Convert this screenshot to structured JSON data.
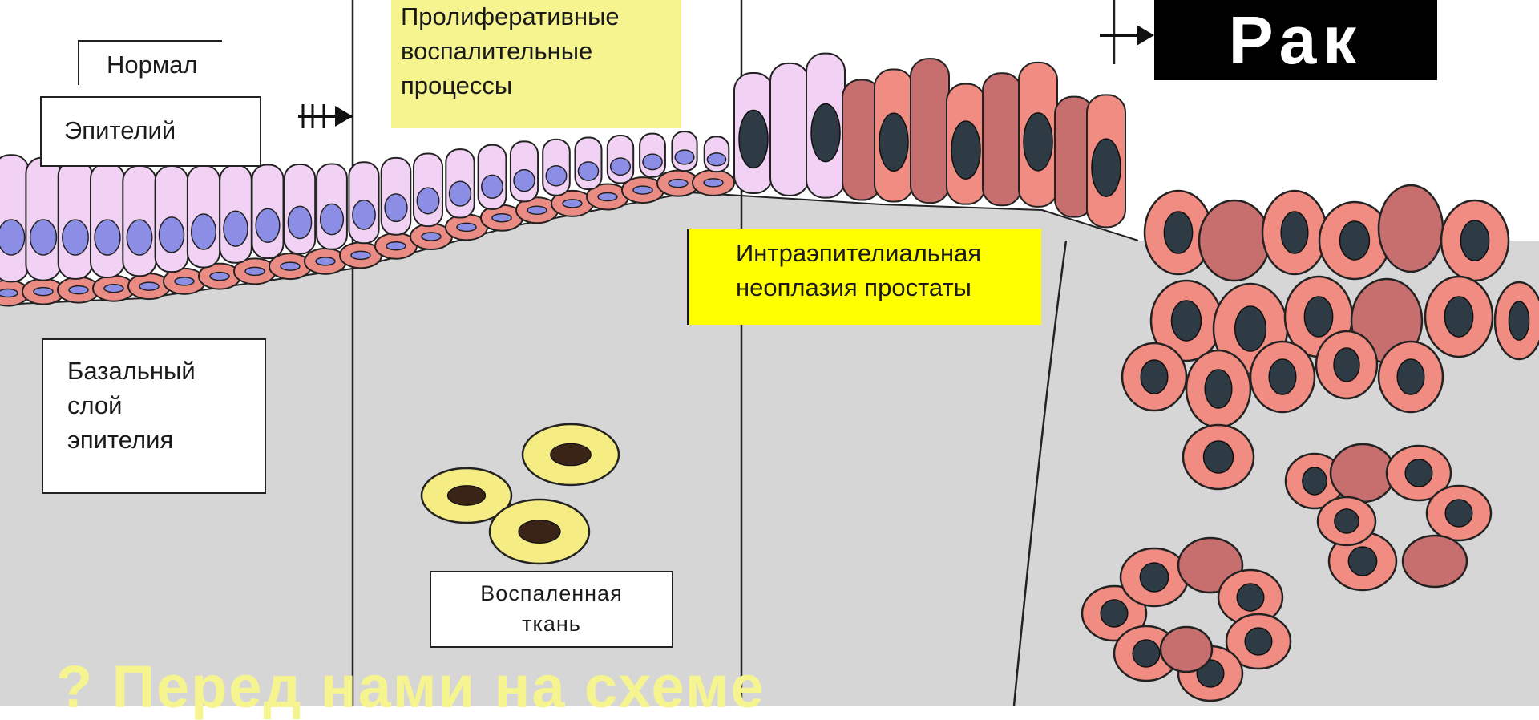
{
  "labels": {
    "normal": "Нормал",
    "epithelium": "Эпителий",
    "basal_line1": "Базальный",
    "basal_line2": "слой",
    "basal_line3": "эпителия",
    "prolif_line1": "Пролиферативные",
    "prolif_line2": "воспалительные",
    "prolif_line3": "процессы",
    "pin_line1": "Интраэпителиальная",
    "pin_line2": "неоплазия простаты",
    "inflamed_line1": "Воспаленная",
    "inflamed_line2": "ткань",
    "cancer": "Рак"
  },
  "caption": "? Перед нами на схеме",
  "colors": {
    "stroma": "#d6d6d6",
    "normal_cell": "#f2d2f4",
    "normal_nucleus": "#8c8ee6",
    "basal_cell": "#ea8c84",
    "cancer_cell": "#f08c82",
    "dark_cancer_cell": "#c76e6e",
    "dark_nucleus": "#2e3a44",
    "inflammatory_cell": "#f6ec84",
    "label_yellow": "#f6f48f",
    "label_bright_yellow": "#ffff00",
    "cancer_label_bg": "#000000",
    "caption_text": "#f6f48f"
  }
}
